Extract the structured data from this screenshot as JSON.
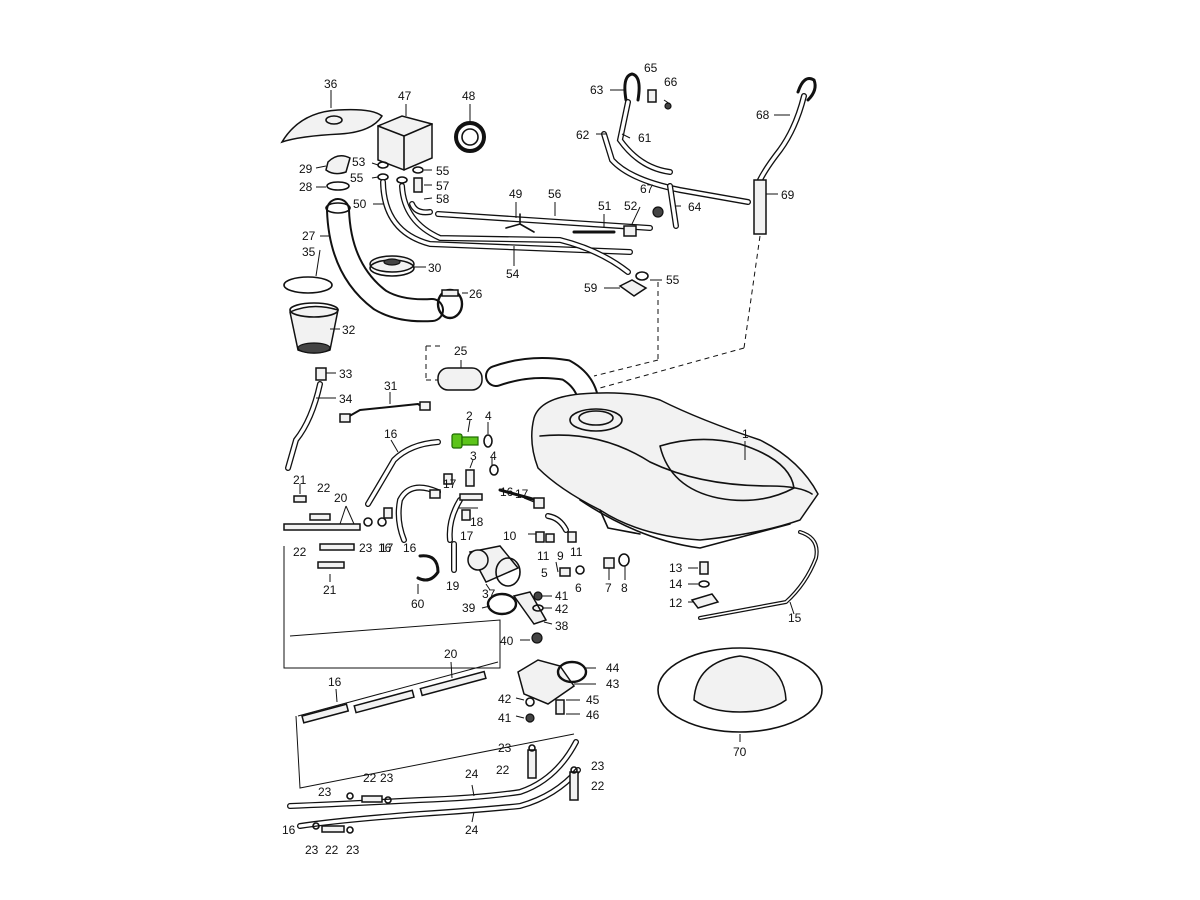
{
  "diagram": {
    "highlight_color": "#5cc41a",
    "callouts": {
      "c1": "1",
      "c2": "2",
      "c3": "3",
      "c4a": "4",
      "c4b": "4",
      "c5": "5",
      "c6": "6",
      "c7": "7",
      "c8": "8",
      "c9": "9",
      "c10": "10",
      "c11a": "11",
      "c11b": "11",
      "c12": "12",
      "c13": "13",
      "c14": "14",
      "c15": "15",
      "c16a": "16",
      "c16b": "16",
      "c16c": "16",
      "c16d": "16",
      "c16e": "16",
      "c16f": "16",
      "c17a": "17",
      "c17b": "17",
      "c17c": "17",
      "c17d": "17",
      "c18": "18",
      "c19": "19",
      "c20a": "20",
      "c20b": "20",
      "c21a": "21",
      "c21b": "21",
      "c22a": "22",
      "c22b": "22",
      "c22c": "22",
      "c22d": "22",
      "c22e": "22",
      "c22f": "22",
      "c23a": "23",
      "c23b": "23",
      "c23c": "23",
      "c23d": "23",
      "c23e": "23",
      "c23f": "23",
      "c23g": "23",
      "c24a": "24",
      "c24b": "24",
      "c25": "25",
      "c26": "26",
      "c27": "27",
      "c28": "28",
      "c29": "29",
      "c30": "30",
      "c31": "31",
      "c32": "32",
      "c33": "33",
      "c34": "34",
      "c35": "35",
      "c36": "36",
      "c37": "37",
      "c38": "38",
      "c39": "39",
      "c40": "40",
      "c41a": "41",
      "c41b": "41",
      "c42a": "42",
      "c42b": "42",
      "c43": "43",
      "c44": "44",
      "c45": "45",
      "c46": "46",
      "c47": "47",
      "c48": "48",
      "c49": "49",
      "c50": "50",
      "c51": "51",
      "c52": "52",
      "c53": "53",
      "c54": "54",
      "c55a": "55",
      "c55b": "55",
      "c55c": "55",
      "c56": "56",
      "c57": "57",
      "c58": "58",
      "c59": "59",
      "c60": "60",
      "c61": "61",
      "c62": "62",
      "c63": "63",
      "c64": "64",
      "c65": "65",
      "c66": "66",
      "c67": "67",
      "c68": "68",
      "c69": "69",
      "c70": "70"
    }
  }
}
